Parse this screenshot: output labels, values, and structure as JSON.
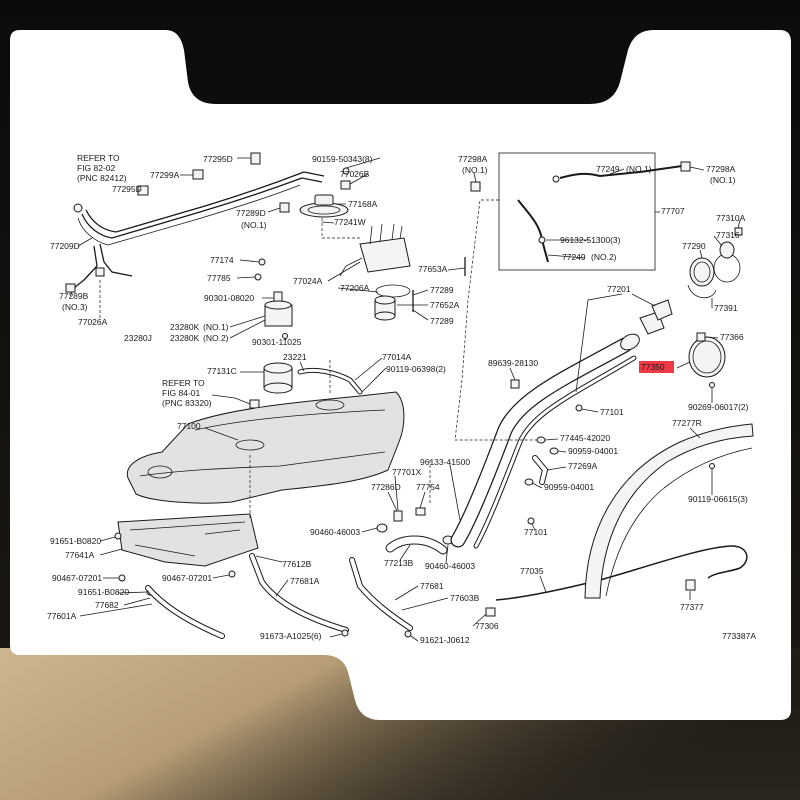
{
  "diagram_id": "773387A",
  "highlight_color": "#ee3a45",
  "references": [
    {
      "line1": "REFER TO",
      "line2": "FIG 82-02",
      "line3": "(PNC 82412)"
    },
    {
      "line1": "REFER TO",
      "line2": "FIG 84-01",
      "line3": "(PNC 83320)"
    }
  ],
  "callouts": [
    {
      "code": "77295D"
    },
    {
      "code": "77299A"
    },
    {
      "code": "77295D"
    },
    {
      "code": "77289D",
      "note": "(NO.1)"
    },
    {
      "code": "77209D"
    },
    {
      "code": "77289B",
      "note": "(NO.3)"
    },
    {
      "code": "77026A"
    },
    {
      "code": "90159-50343(8)"
    },
    {
      "code": "77026B"
    },
    {
      "code": "77168A"
    },
    {
      "code": "77241W"
    },
    {
      "code": "77174"
    },
    {
      "code": "77785"
    },
    {
      "code": "77024A"
    },
    {
      "code": "77206A"
    },
    {
      "code": "77653A"
    },
    {
      "code": "77289"
    },
    {
      "code": "77652A"
    },
    {
      "code": "77289"
    },
    {
      "code": "90301-08020"
    },
    {
      "code": "23280K",
      "note": "(NO.1)"
    },
    {
      "code": "23280J"
    },
    {
      "code": "23280K",
      "note": "(NO.2)"
    },
    {
      "code": "90301-11025"
    },
    {
      "code": "23221"
    },
    {
      "code": "77014A"
    },
    {
      "code": "90119-06398(2)"
    },
    {
      "code": "77131C"
    },
    {
      "code": "77100"
    },
    {
      "code": "77298A",
      "note": "(NO.1)"
    },
    {
      "code": "77249",
      "note": "(NO.1)"
    },
    {
      "code": "77298A",
      "note": "(NO.1)"
    },
    {
      "code": "77707"
    },
    {
      "code": "77310A"
    },
    {
      "code": "77316"
    },
    {
      "code": "96132-51300(3)"
    },
    {
      "code": "77290"
    },
    {
      "code": "77249",
      "note": "(NO.2)"
    },
    {
      "code": "77391"
    },
    {
      "code": "77201"
    },
    {
      "code": "77366"
    },
    {
      "code": "89639-28130"
    },
    {
      "code": "77350"
    },
    {
      "code": "77101"
    },
    {
      "code": "90269-06017(2)"
    },
    {
      "code": "77277R"
    },
    {
      "code": "77445-42020"
    },
    {
      "code": "90959-04001"
    },
    {
      "code": "96133-41500"
    },
    {
      "code": "77701X"
    },
    {
      "code": "77269A"
    },
    {
      "code": "77286D"
    },
    {
      "code": "77754"
    },
    {
      "code": "90959-04001"
    },
    {
      "code": "90119-06615(3)"
    },
    {
      "code": "77101"
    },
    {
      "code": "90460-46003"
    },
    {
      "code": "91651-B0820"
    },
    {
      "code": "77641A"
    },
    {
      "code": "77213B"
    },
    {
      "code": "90460-46003"
    },
    {
      "code": "77612B"
    },
    {
      "code": "77681A"
    },
    {
      "code": "77035"
    },
    {
      "code": "90467-07201"
    },
    {
      "code": "90467-07201"
    },
    {
      "code": "91651-B0820"
    },
    {
      "code": "77681"
    },
    {
      "code": "77603B"
    },
    {
      "code": "77377"
    },
    {
      "code": "77601A"
    },
    {
      "code": "77682"
    },
    {
      "code": "77306"
    },
    {
      "code": "91673-A1025(6)"
    },
    {
      "code": "91621-J0612"
    }
  ]
}
